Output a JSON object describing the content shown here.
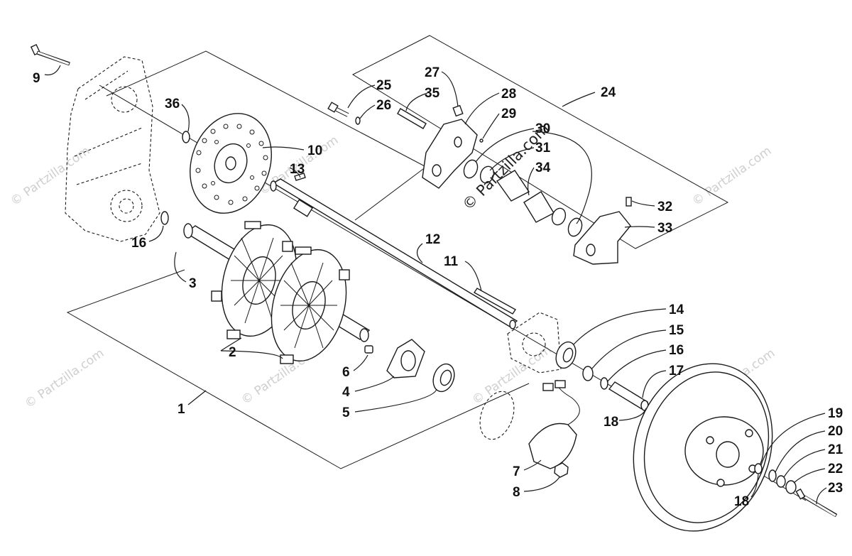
{
  "callouts": {
    "c1": "1",
    "c2": "2",
    "c3": "3",
    "c4": "4",
    "c5": "5",
    "c6": "6",
    "c7": "7",
    "c8": "8",
    "c9": "9",
    "c10": "10",
    "c11": "11",
    "c12": "12",
    "c13": "13",
    "c14": "14",
    "c15": "15",
    "c16a": "16",
    "c16b": "16",
    "c17": "17",
    "c18a": "18",
    "c18b": "18",
    "c19": "19",
    "c20": "20",
    "c21": "21",
    "c22": "22",
    "c23": "23",
    "c24": "24",
    "c25": "25",
    "c26": "26",
    "c27": "27",
    "c28": "28",
    "c29": "29",
    "c30": "30",
    "c31": "31",
    "c32": "32",
    "c33": "33",
    "c34": "34",
    "c35": "35",
    "c36": "36"
  },
  "watermark": {
    "main": "© Partzilla.com",
    "faint": "© Partzilla.com"
  }
}
